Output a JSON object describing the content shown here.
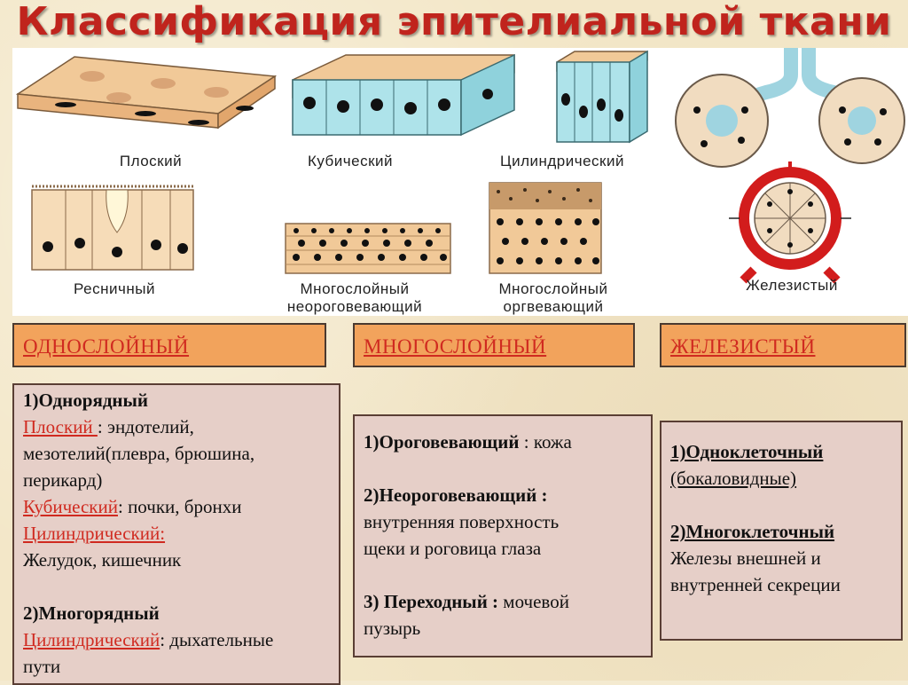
{
  "title": "Классификация эпителиальной ткани",
  "illustrations": {
    "labels": {
      "flat": "Плоский",
      "cubic": "Кубический",
      "cylindrical": "Цилиндрический",
      "ciliated": "Ресничный",
      "strat_nonker_1": "Многослойный",
      "strat_nonker_2": "неороговевающий",
      "strat_ker_1": "Многослойный",
      "strat_ker_2": "оргвевающий",
      "glandular": "Железистый"
    }
  },
  "headers": {
    "single": "ОДНОСЛОЙНЫЙ",
    "multi": "МНОГОСЛОЙНЫЙ",
    "glandular": "ЖЕЛЕЗИСТЫЙ"
  },
  "single_box": {
    "item1_title": "1)Однорядный",
    "flat_label": "Плоский ",
    "flat_sep": ": эндотелий,",
    "flat_text2": "мезотелий(плевра, брюшина,",
    "flat_text3": "перикард)",
    "cubic_label": "Кубический",
    "cubic_text": ": почки, бронхи",
    "cyl_label": "Цилиндрический:",
    "cyl_text": "Желудок, кишечник",
    "item2_title": "2)Многорядный",
    "cyl2_label": "Цилиндрический",
    "cyl2_text": ": дыхательные",
    "cyl2_text2": "пути"
  },
  "multi_box": {
    "i1_title": "1)Ороговевающий",
    "i1_text": " : кожа",
    "i2_title": "2)Неороговевающий :",
    "i2_text1": "внутренняя поверхность",
    "i2_text2": "щеки и роговица глаза",
    "i3_title": "3) Переходный :",
    "i3_text1": " мочевой",
    "i3_text2": "пузырь"
  },
  "gland_box": {
    "i1_title": "1)Одноклеточный",
    "i1_text": "(бокаловидные)",
    "i2_title": "2)Многоклеточный",
    "i2_text1": "Железы внешней  и",
    "i2_text2": "внутренней  секреции"
  },
  "colors": {
    "title": "#c0241d",
    "header_bg": "#f2a35c",
    "box_bg": "#e6cfc8",
    "red_text": "#d02a20"
  }
}
